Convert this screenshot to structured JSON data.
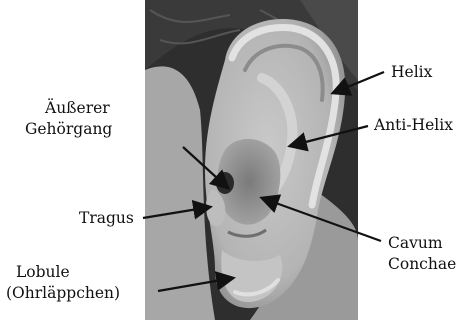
{
  "diagram": {
    "labels": {
      "helix": "Helix",
      "anti_helix": "Anti-Helix",
      "gehoergang_line1": "Äußerer",
      "gehoergang_line2": "Gehörgang",
      "tragus": "Tragus",
      "cavum_line1": "Cavum",
      "cavum_line2": "Conchae",
      "lobule_line1": "Lobule",
      "lobule_line2": "(Ohrläppchen)"
    },
    "colors": {
      "text": "#111111",
      "arrow": "#111111",
      "photo_bg": "#3c3c3c",
      "skin": "#b9b9b9",
      "skin_light": "#dadada",
      "shadow": "#6a6a6a"
    }
  }
}
